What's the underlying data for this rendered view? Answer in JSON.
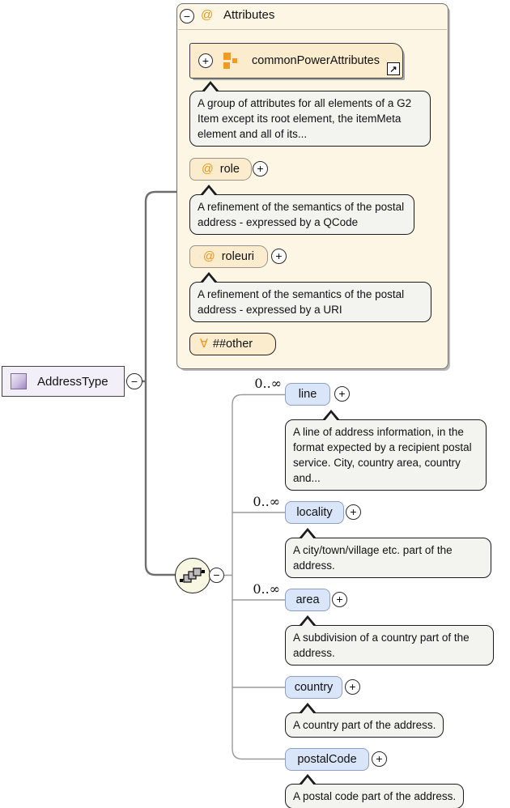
{
  "panel": {
    "header": {
      "at": "@",
      "title": "Attributes"
    },
    "group": {
      "name": "commonPowerAttributes",
      "desc": "A group of attributes for all elements of a G2 Item except its root element, the itemMeta element and all of its...",
      "link_arrow": "↗"
    },
    "attributes": [
      {
        "at": "@",
        "name": "role",
        "desc": "A refinement of the semantics of the postal address - expressed by a QCode"
      },
      {
        "at": "@",
        "name": "roleuri",
        "desc": "A refinement of the semantics of the postal address - expressed by a URI"
      },
      {
        "at": "∀",
        "name": "##other"
      }
    ]
  },
  "root": {
    "name": "AddressType"
  },
  "elements": [
    {
      "name": "line",
      "cardinality": "0..∞",
      "desc": "A line of address information, in the format expected by a recipient postal service. City, country area, country and..."
    },
    {
      "name": "locality",
      "cardinality": "0..∞",
      "desc": "A city/town/village etc. part of the address."
    },
    {
      "name": "area",
      "cardinality": "0..∞",
      "desc": "A subdivision of a country part of the address."
    },
    {
      "name": "country",
      "desc": "A country part of the address."
    },
    {
      "name": "postalCode",
      "desc": "A postal code part of the address."
    }
  ],
  "glyphs": {
    "collapse": "−",
    "expand": "+"
  },
  "colors": {
    "accent_orange": "#e8951a",
    "panel_fill": "#fdf6e4",
    "attribute_fill": "#fbeccd",
    "element_fill": "#d9e5f8"
  }
}
